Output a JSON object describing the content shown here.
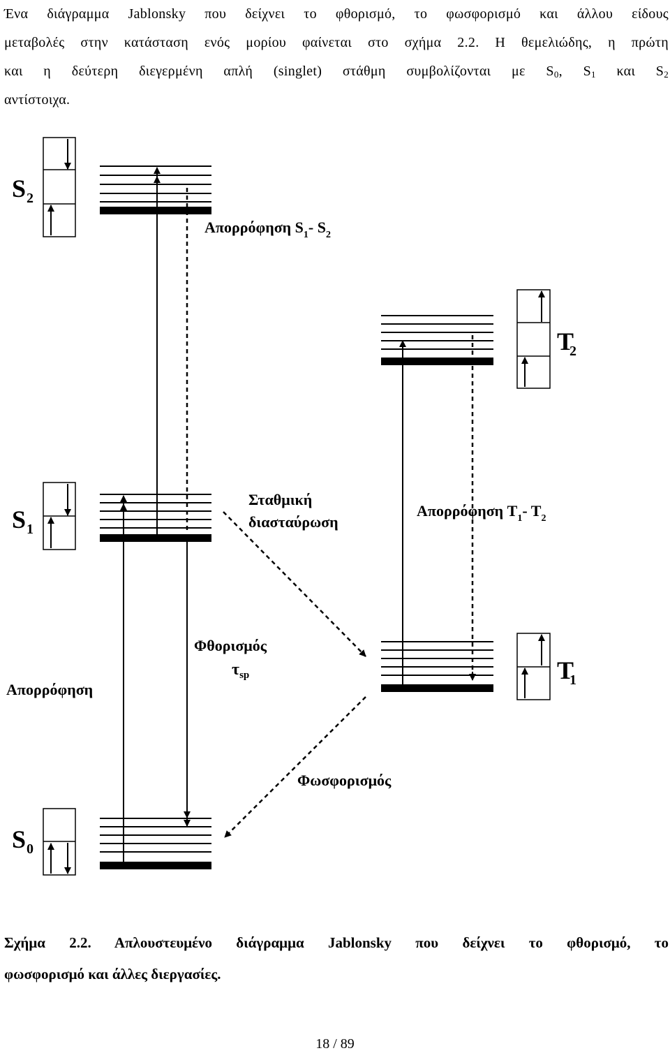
{
  "intro": {
    "line1": "Ένα διάγραμμα Jablonsky που δείχνει το φθορισμό, το φωσφορισμό και άλλου είδους",
    "line2": "μεταβολές στην κατάσταση ενός μορίου φαίνεται στο σχήμα 2.2. Η θεμελιώδης, η πρώτη",
    "line3_a": "και η δεύτερη διεγερμένη απλή (singlet)  στάθμη συμβολίζονται με S",
    "line3_sub0": "0",
    "line3_b": ", S",
    "line3_sub1": "1",
    "line3_c": " και S",
    "line3_sub2": "2",
    "line4": "αντίστοιχα."
  },
  "diagram": {
    "states": {
      "s2": {
        "letter": "S",
        "sub": "2"
      },
      "s1": {
        "letter": "S",
        "sub": "1"
      },
      "s0": {
        "letter": "S",
        "sub": "0"
      },
      "t2": {
        "letter": "T",
        "sub": "2"
      },
      "t1": {
        "letter": "T",
        "sub": "1"
      }
    },
    "labels": {
      "abs_s1s2_a": "Απορρόφηση S",
      "abs_s1s2_sub1": "1",
      "abs_s1s2_dash": "- S",
      "abs_s1s2_sub2": "2",
      "isc_line1": "Σταθμική",
      "isc_line2": "διασταύρωση",
      "abs_t1t2_a": "Απορρόφηση T",
      "abs_t1t2_sub1": "1",
      "abs_t1t2_dash": "- T",
      "abs_t1t2_sub2": "2",
      "fluorescence": "Φθορισμός",
      "tau": "τ",
      "tau_sub": "sp",
      "absorption": "Απορρόφηση",
      "phosphorescence": "Φωσφορισμός"
    }
  },
  "caption": {
    "line1": "Σχήμα 2.2. Απλουστευμένο διάγραμμα Jablonsky που δείχνει το φθορισμό, το",
    "line2": "φωσφορισμό και άλλες διεργασίες."
  },
  "page_number": "18 / 89"
}
